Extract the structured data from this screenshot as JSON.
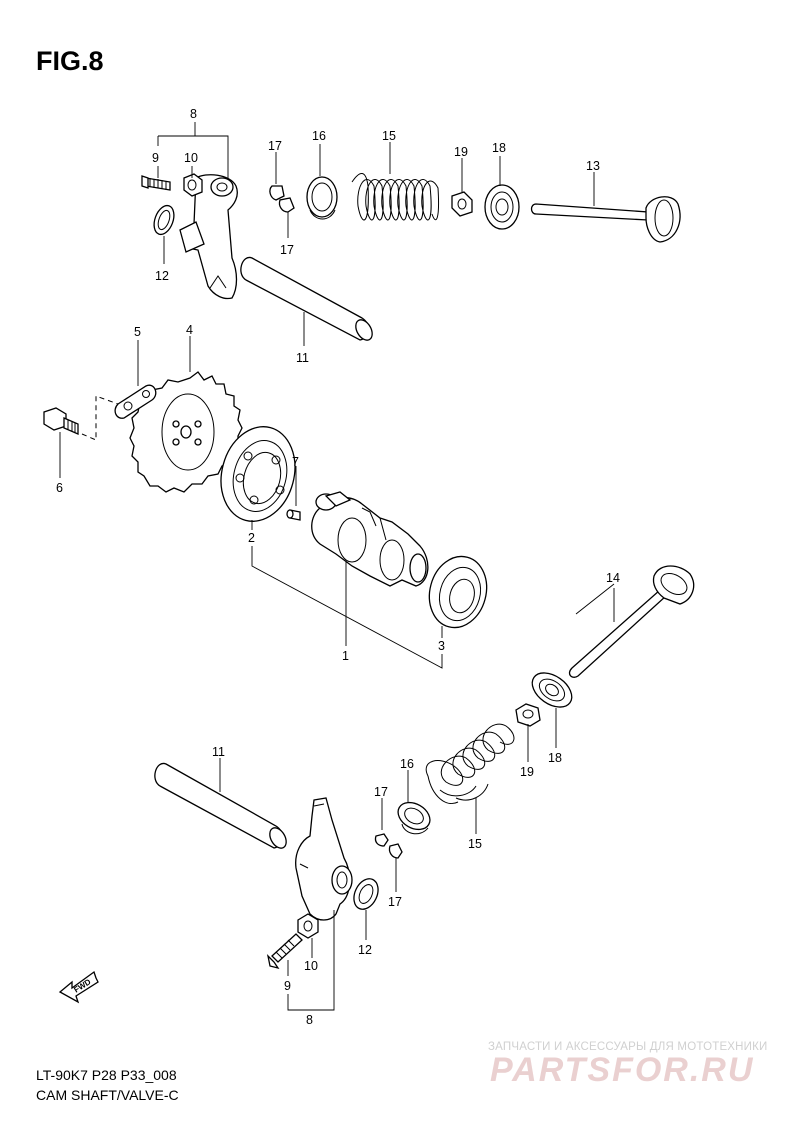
{
  "figure": {
    "title": "FIG.8",
    "model_code": "LT-90K7  P28  P33_008",
    "section_name": "CAM SHAFT/VALVE-C"
  },
  "callouts": [
    {
      "id": "c8-top",
      "label": "8"
    },
    {
      "id": "c9-top",
      "label": "9"
    },
    {
      "id": "c10-top",
      "label": "10"
    },
    {
      "id": "c12-top",
      "label": "12"
    },
    {
      "id": "c17a-top",
      "label": "17"
    },
    {
      "id": "c17b-top",
      "label": "17"
    },
    {
      "id": "c16-top",
      "label": "16"
    },
    {
      "id": "c15-top",
      "label": "15"
    },
    {
      "id": "c19-top",
      "label": "19"
    },
    {
      "id": "c18-top",
      "label": "18"
    },
    {
      "id": "c13",
      "label": "13"
    },
    {
      "id": "c11-top",
      "label": "11"
    },
    {
      "id": "c5",
      "label": "5"
    },
    {
      "id": "c4",
      "label": "4"
    },
    {
      "id": "c6",
      "label": "6"
    },
    {
      "id": "c7",
      "label": "7"
    },
    {
      "id": "c2",
      "label": "2"
    },
    {
      "id": "c1",
      "label": "1"
    },
    {
      "id": "c3",
      "label": "3"
    },
    {
      "id": "c14",
      "label": "14"
    },
    {
      "id": "c18-bot",
      "label": "18"
    },
    {
      "id": "c19-bot",
      "label": "19"
    },
    {
      "id": "c11-bot",
      "label": "11"
    },
    {
      "id": "c16-bot",
      "label": "16"
    },
    {
      "id": "c17a-bot",
      "label": "17"
    },
    {
      "id": "c17b-bot",
      "label": "17"
    },
    {
      "id": "c15-bot",
      "label": "15"
    },
    {
      "id": "c12-bot",
      "label": "12"
    },
    {
      "id": "c10-bot",
      "label": "10"
    },
    {
      "id": "c9-bot",
      "label": "9"
    },
    {
      "id": "c8-bot",
      "label": "8"
    }
  ],
  "fwd_arrow": {
    "label": "FWD"
  },
  "watermark": {
    "tagline": "ЗАПЧАСТИ И АКСЕССУАРЫ ДЛЯ МОТОТЕХНИКИ",
    "brand": "PARTSFOR.RU"
  }
}
